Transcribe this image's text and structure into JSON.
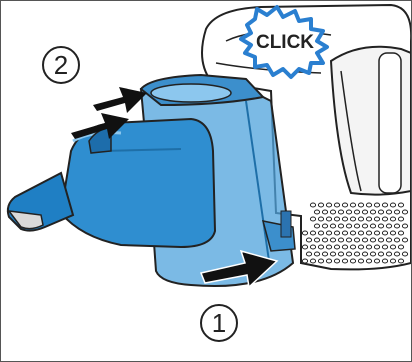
{
  "illustration": {
    "callout_text": "CLICK",
    "steps": [
      {
        "number": "1"
      },
      {
        "number": "2"
      }
    ],
    "colors": {
      "dust_container": "#4fa3dc",
      "nozzle": "#2f8ed0",
      "vacuum_body": "#ffffff",
      "outline": "#222222",
      "arrow": "#111111",
      "click_burst": "#2a7fd0"
    }
  }
}
